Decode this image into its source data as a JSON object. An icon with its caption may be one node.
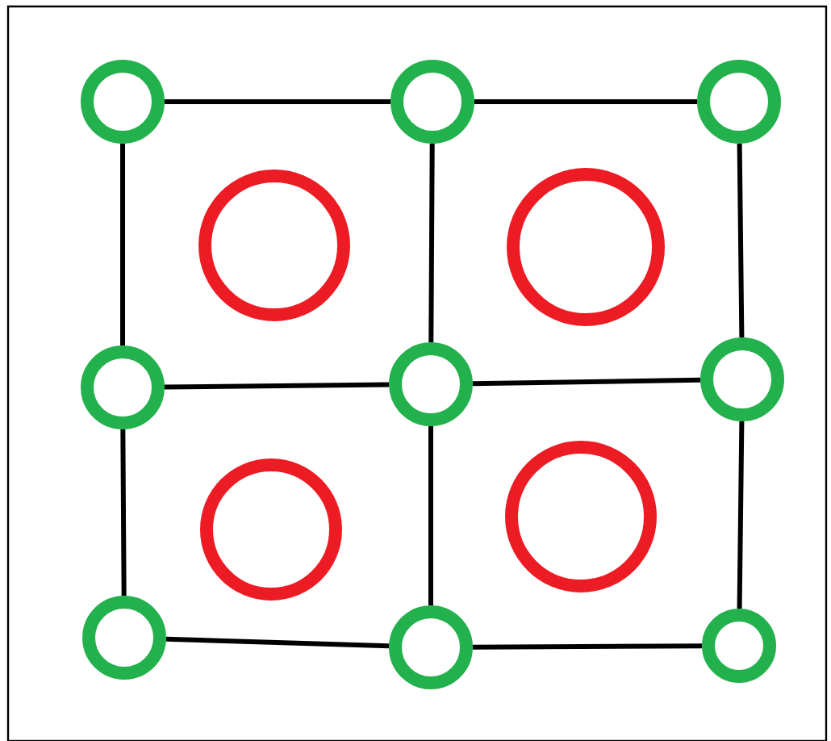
{
  "diagram": {
    "nodes": [
      {
        "text": [],
        "shape": "circle"
      },
      {
        "text": [],
        "shape": "circle"
      },
      {
        "text": [],
        "shape": "circle"
      },
      {
        "text": [],
        "shape": "circle"
      },
      {
        "text": [],
        "shape": "circle"
      },
      {
        "text": [],
        "shape": "circle"
      },
      {
        "text": [],
        "shape": "circle"
      },
      {
        "text": [],
        "shape": "circle"
      },
      {
        "text": [],
        "shape": "circle"
      },
      {
        "text": [],
        "shape": "circle"
      },
      {
        "text": [],
        "shape": "circle"
      },
      {
        "text": [],
        "shape": "circle"
      },
      {
        "text": [],
        "shape": "circle"
      }
    ],
    "edges": [
      {
        "from": 0,
        "to": 1,
        "arrow": "none"
      },
      {
        "from": 1,
        "to": 2,
        "arrow": "none"
      },
      {
        "from": 3,
        "to": 4,
        "arrow": "none"
      },
      {
        "from": 4,
        "to": 5,
        "arrow": "none"
      },
      {
        "from": 6,
        "to": 7,
        "arrow": "none"
      },
      {
        "from": 7,
        "to": 8,
        "arrow": "none"
      },
      {
        "from": 0,
        "to": 3,
        "arrow": "none"
      },
      {
        "from": 3,
        "to": 6,
        "arrow": "none"
      },
      {
        "from": 1,
        "to": 4,
        "arrow": "none"
      },
      {
        "from": 4,
        "to": 7,
        "arrow": "none"
      },
      {
        "from": 2,
        "to": 5,
        "arrow": "none"
      },
      {
        "from": 5,
        "to": 8,
        "arrow": "none"
      }
    ]
  }
}
